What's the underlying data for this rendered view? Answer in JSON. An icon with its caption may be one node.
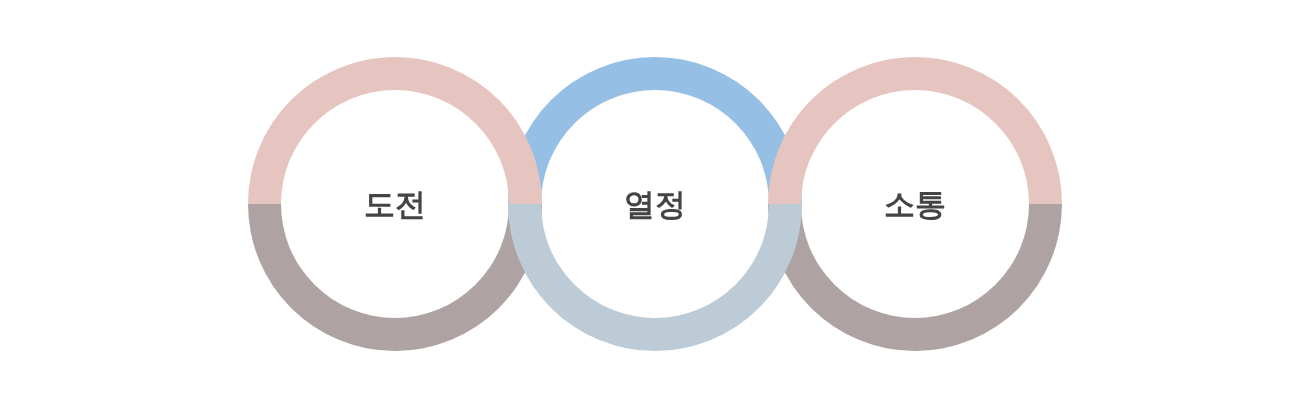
{
  "diagram": {
    "nodes": [
      {
        "text": [
          "도전"
        ]
      },
      {
        "text": [
          "열정"
        ]
      },
      {
        "text": [
          "소통"
        ]
      }
    ]
  }
}
